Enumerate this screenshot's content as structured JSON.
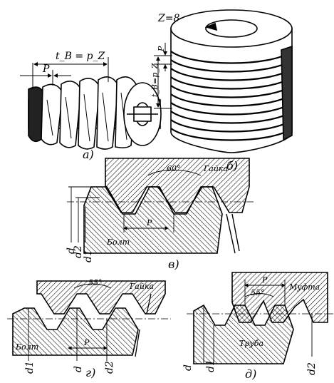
{
  "panel_a": {
    "caption": "а)",
    "pitch_label": "P",
    "lead_label": "t_B = p_Z"
  },
  "panel_b": {
    "caption": "б)",
    "starts_label": "Z=8",
    "pitch_label": "P",
    "lead_label": "t_B=p_Z"
  },
  "panel_v": {
    "caption": "в)",
    "angle_label": "60°",
    "nut_label": "Гайка",
    "bolt_label": "Болт",
    "pitch_label": "P",
    "d_label": "d",
    "d2_label": "d2",
    "d1_label": "d1"
  },
  "panel_g": {
    "caption": "г)",
    "angle_label": "55°",
    "nut_label": "Гайка",
    "bolt_label": "Болт",
    "pitch_label": "P",
    "d1_label": "d1",
    "d_label": "d",
    "d2_label": "d2"
  },
  "panel_d": {
    "caption": "д)",
    "angle_label": "55°",
    "coupling_label": "Муфта",
    "pipe_label": "Труба",
    "pitch_label": "P",
    "d_label": "d",
    "d1_label": "d1",
    "d2_label": "d2"
  }
}
